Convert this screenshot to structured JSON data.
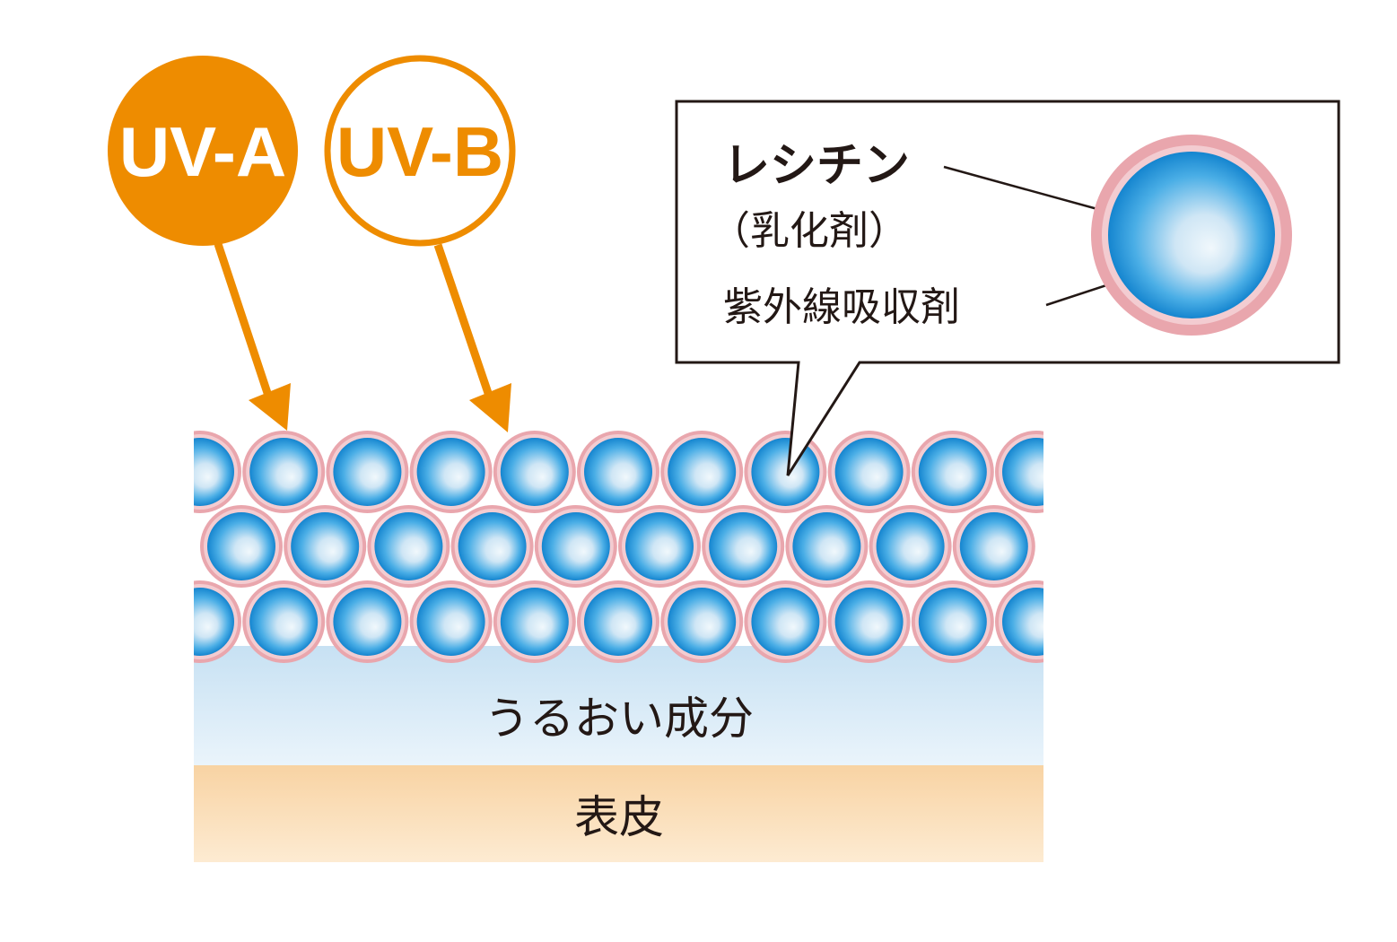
{
  "uv_a": {
    "label": "UV-A"
  },
  "uv_b": {
    "label": "UV-B"
  },
  "callout": {
    "title": "レシチン",
    "subtitle": "（乳化剤）",
    "absorber": "紫外線吸収剤"
  },
  "layers": {
    "moisture": "うるおい成分",
    "epidermis": "表皮"
  },
  "colors": {
    "uv_orange": "#ee8c00",
    "sphere_blue": "#1b8fd6",
    "sphere_center": "#eef6fb",
    "sphere_rim": "#e9a6ad",
    "moisture_top": "#c7e1f3",
    "moisture_bottom": "#eaf4fb",
    "epidermis_top": "#f8d3a3",
    "epidermis_bottom": "#fdebd2"
  }
}
